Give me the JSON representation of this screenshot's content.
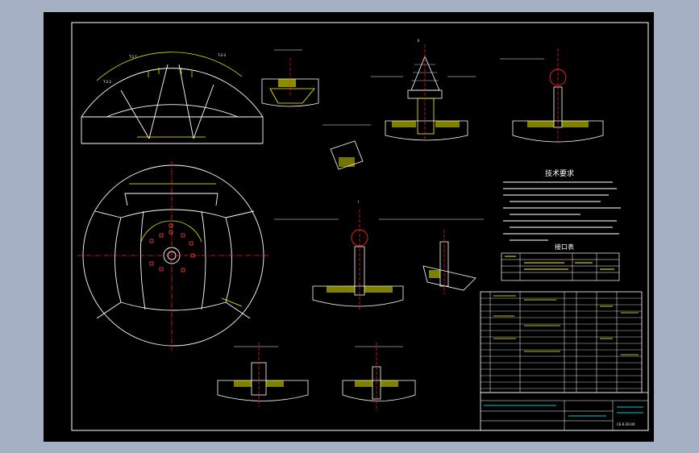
{
  "drawing": {
    "colors": {
      "background": "#a6b0c5",
      "paper": "#000000",
      "frame": "#ffffff",
      "linework": "#ffffff",
      "centerline": "#ff2020",
      "dimension": "#ffff00",
      "hatch": "#ffff00",
      "title_text": "#00ffff",
      "marker": "#ff0000"
    },
    "views": {
      "top_left_labels": [
        "T-2-1",
        "T-2-2",
        "T-2-3"
      ],
      "detail_1_label": "I",
      "detail_2_label": "II"
    },
    "tech_req": {
      "heading": "技术要求"
    },
    "parts_table": {
      "heading": "接口表"
    },
    "title_block": {
      "drawing_no": "CE-0-20-00"
    }
  }
}
